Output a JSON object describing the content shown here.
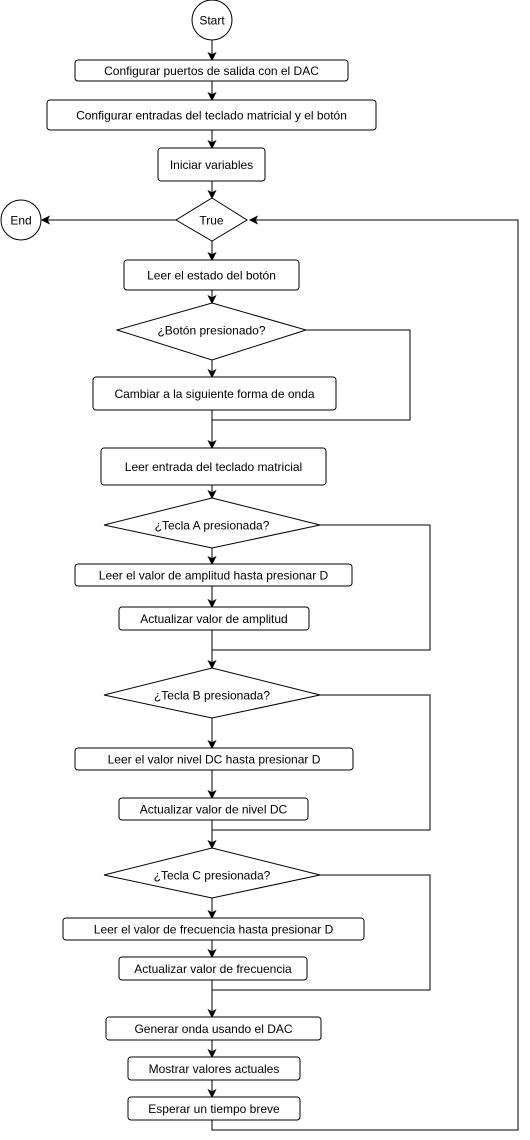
{
  "flowchart": {
    "start": "Start",
    "end": "End",
    "config_dac": "Configurar puertos de salida con el DAC",
    "config_inputs": "Configurar entradas del teclado matricial y el botón",
    "init_vars": "Iniciar variables",
    "loop_condition": "True",
    "read_button": "Leer el estado del botón",
    "button_pressed": "¿Botón presionado?",
    "next_waveform": "Cambiar a la siguiente forma de onda",
    "read_keypad": "Leer entrada del teclado matricial",
    "key_a": "¿Tecla A presionada?",
    "read_amplitude": "Leer el valor de amplitud hasta presionar D",
    "update_amplitude": "Actualizar valor de amplitud",
    "key_b": "¿Tecla B presionada?",
    "read_dc": "Leer el valor nivel DC hasta presionar D",
    "update_dc": "Actualizar valor de nivel DC",
    "key_c": "¿Tecla C presionada?",
    "read_frequency": "Leer el valor de frecuencia hasta presionar D",
    "update_frequency": "Actualizar valor de frecuencia",
    "generate_wave": "Generar onda usando el DAC",
    "show_values": "Mostrar valores actuales",
    "wait": "Esperar un tiempo breve"
  }
}
